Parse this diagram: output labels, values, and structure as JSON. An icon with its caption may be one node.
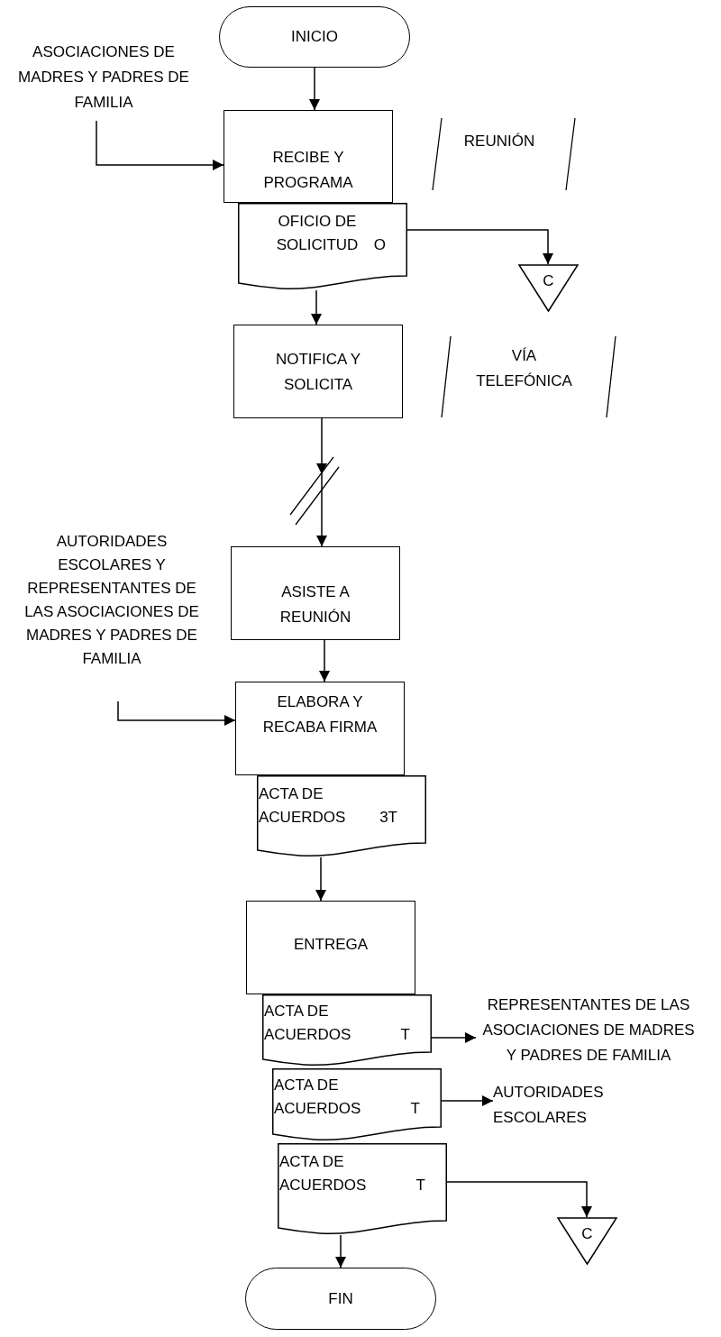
{
  "diagram": {
    "nodes": [
      {
        "text": [
          "INICIO"
        ]
      },
      {
        "text": [
          "ASOCIACIONES DE MADRES Y PADRES DE FAMILIA"
        ]
      },
      {
        "text": [
          "RECIBE Y PROGRAMA"
        ]
      },
      {
        "text": [
          "REUNIÓN"
        ]
      },
      {
        "text": [
          "OFICIO DE SOLICITUD",
          "O"
        ]
      },
      {
        "text": [
          "C"
        ]
      },
      {
        "text": [
          "NOTIFICA Y SOLICITA"
        ]
      },
      {
        "text": [
          "VÍA TELEFÓNICA"
        ]
      },
      {
        "text": [
          "AUTORIDADES ESCOLARES Y REPRESENTANTES DE LAS ASOCIACIONES DE MADRES Y PADRES DE FAMILIA"
        ]
      },
      {
        "text": [
          "ASISTE A REUNIÓN"
        ]
      },
      {
        "text": [
          "ELABORA Y RECABA FIRMA"
        ]
      },
      {
        "text": [
          "ACTA DE ACUERDOS",
          "3T"
        ]
      },
      {
        "text": [
          "ENTREGA"
        ]
      },
      {
        "text": [
          "ACTA DE ACUERDOS",
          "T"
        ]
      },
      {
        "text": [
          "REPRESENTANTES DE LAS ASOCIACIONES DE MADRES Y PADRES DE FAMILIA"
        ]
      },
      {
        "text": [
          "ACTA DE ACUERDOS",
          "T"
        ]
      },
      {
        "text": [
          "AUTORIDADES ESCOLARES"
        ]
      },
      {
        "text": [
          "ACTA DE ACUERDOS",
          "T"
        ]
      },
      {
        "text": [
          "C"
        ]
      },
      {
        "text": [
          "FIN"
        ]
      }
    ],
    "edges": [
      {
        "from": 0,
        "to": 2,
        "arrow": "to"
      },
      {
        "from": 1,
        "to": 2,
        "arrow": "to"
      },
      {
        "from": 4,
        "to": 5,
        "arrow": "to"
      },
      {
        "from": 4,
        "to": 6,
        "arrow": "to"
      },
      {
        "from": 6,
        "to": 9,
        "arrow": "to"
      },
      {
        "from": 9,
        "to": 10,
        "arrow": "to"
      },
      {
        "from": 8,
        "to": 10,
        "arrow": "to"
      },
      {
        "from": 11,
        "to": 12,
        "arrow": "to"
      },
      {
        "from": 13,
        "to": 14,
        "arrow": "to"
      },
      {
        "from": 15,
        "to": 16,
        "arrow": "to"
      },
      {
        "from": 17,
        "to": 18,
        "arrow": "to"
      },
      {
        "from": 17,
        "to": 19,
        "arrow": "to"
      }
    ]
  }
}
